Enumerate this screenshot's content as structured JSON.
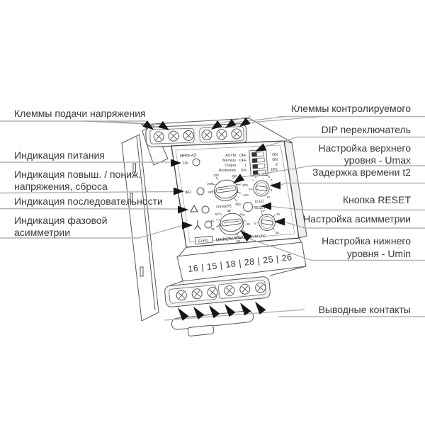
{
  "callouts": {
    "left": {
      "supply_terminals": "Клеммы подачи напряжения",
      "power_indication": "Индикация питания",
      "over_under_line1": "Индикация повыш. / пониж.",
      "over_under_line2": "напряжения, сброса",
      "sequence_indication": "Индикация последовательности",
      "phase_asym_line1": "Индикация фазовой",
      "phase_asym_line2": "асимметрии"
    },
    "right": {
      "monitored_terminals": "Клеммы контролируемого",
      "dip_switch": "DIP переключатель",
      "upper_level_line1": "Настройка верхнего",
      "upper_level_line2": "уровня - Umax",
      "time_delay": "Задержка времени t2",
      "reset_button": "Кнопка RESET",
      "asym_setting": "Настройка асимметрии",
      "lower_level_line1": "Настройка нижнего",
      "lower_level_line2": "уровня - Umin",
      "output_contacts": "Выводные контакты"
    }
  },
  "device": {
    "model": "HRN-43",
    "brand": "ELKO",
    "terminals_row": "16 | 15 | 18 | 28 | 25 | 26",
    "reset_label": "RESET",
    "leds": {
      "power": "Un",
      "voltage": "≶U",
      "sequence_icon": "triangle-outline",
      "asymmetry_icon": "inverted-y"
    },
    "settings": {
      "rows": [
        {
          "name": "ASYM",
          "left": "OFF",
          "right": "ON"
        },
        {
          "name": "Memory",
          "left": "OFF",
          "right": "ON"
        },
        {
          "name": "Output",
          "left": "1",
          "right": "2"
        },
        {
          "name": "Hysteresis",
          "left": "5%",
          "right": "10%"
        }
      ]
    },
    "dials": {
      "umax": {
        "label": "Umax[V]",
        "ticks": [
          "240",
          "260",
          "320",
          "360",
          "400",
          "440",
          "480"
        ]
      },
      "t2": {
        "label": "t2 [s]",
        "ticks": [
          "0.1",
          "1",
          "2",
          "3",
          "4",
          "5",
          "6",
          "7",
          "8",
          "9",
          "10"
        ]
      },
      "umin": {
        "label": "Umin[%Umax]",
        "ticks": [
          "35",
          "40",
          "50",
          "60",
          "70",
          "80",
          "90",
          "95"
        ]
      },
      "asym": {
        "label": "ASYM (%)",
        "ticks": [
          "5",
          "10",
          "15",
          "20"
        ]
      }
    }
  }
}
